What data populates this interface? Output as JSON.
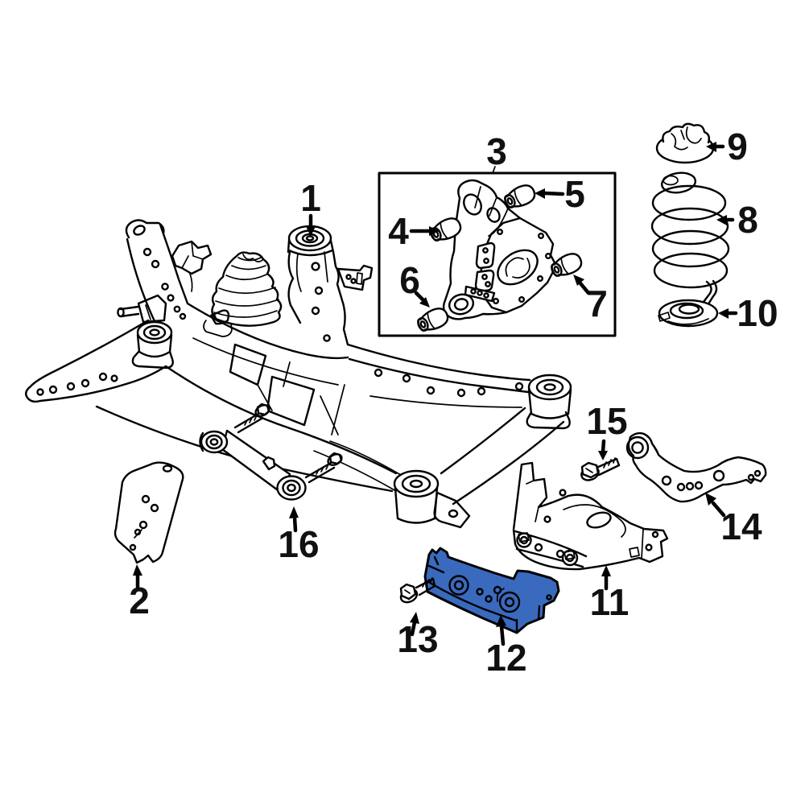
{
  "diagram": {
    "type": "exploded-parts-diagram",
    "background": "#ffffff",
    "line_color": "#000000",
    "highlight_color": "#3a6abe",
    "highlighted_callout": "12"
  },
  "callouts": [
    {
      "num": "1"
    },
    {
      "num": "2"
    },
    {
      "num": "3"
    },
    {
      "num": "4"
    },
    {
      "num": "5"
    },
    {
      "num": "6"
    },
    {
      "num": "7"
    },
    {
      "num": "8"
    },
    {
      "num": "9"
    },
    {
      "num": "10"
    },
    {
      "num": "11"
    },
    {
      "num": "12",
      "highlighted": true
    },
    {
      "num": "13"
    },
    {
      "num": "14"
    },
    {
      "num": "15"
    },
    {
      "num": "16"
    }
  ]
}
